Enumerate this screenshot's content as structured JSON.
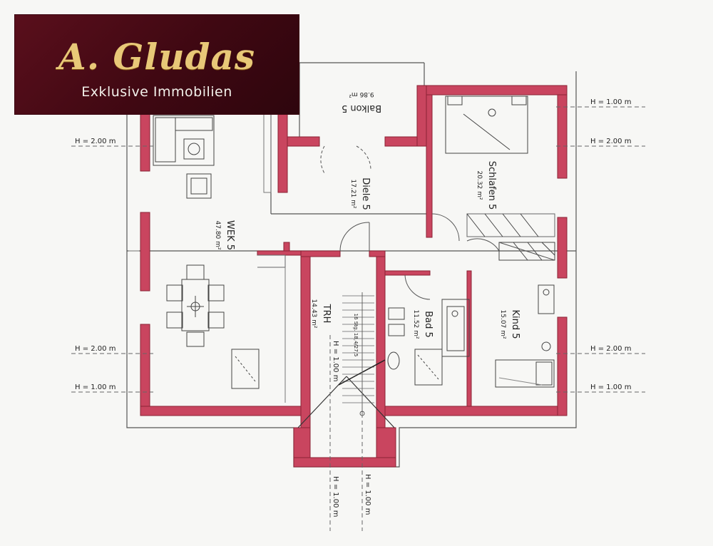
{
  "logo": {
    "brand": "A. Gludas",
    "tagline": "Exklusive Immobilien"
  },
  "colors": {
    "wall": "#c9455f",
    "wall_outline": "#8a2234",
    "line": "#4a4a4a",
    "logo_bg": "#4a0c18",
    "logo_text": "#e8c878"
  },
  "rooms": {
    "balkon": {
      "name": "Balkon 5",
      "area": "9.86 m²"
    },
    "diele": {
      "name": "Diele 5",
      "area": "17.21 m²"
    },
    "schlafen": {
      "name": "Schlafen 5",
      "area": "20.32 m²"
    },
    "wek": {
      "name": "WEK 5",
      "area": "47.80 m²"
    },
    "trh": {
      "name": "TRH",
      "area": "14.43 m²"
    },
    "bad": {
      "name": "Bad 5",
      "area": "11.52 m²"
    },
    "kind": {
      "name": "Kind 5",
      "area": "15.07 m²"
    }
  },
  "stair_note": "16 Stg. 18,4/27,5",
  "height_markers": {
    "h200": "H = 2.00 m",
    "h100": "H = 1.00 m"
  }
}
